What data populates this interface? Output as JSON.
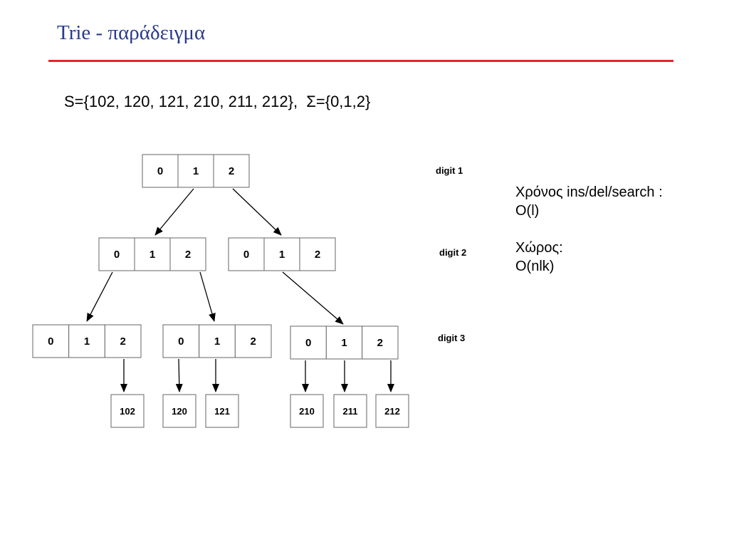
{
  "title": "Trie - παράδειγμα",
  "set_line": "S={102, 120, 121, 210, 211, 212},  Σ={0,1,2}",
  "notes": {
    "time_label": "Χρόνος ins/del/search :",
    "time_value": "O(l)",
    "space_label": "Χώρος:",
    "space_value": "O(nlk)"
  },
  "levels": [
    {
      "label": "digit 1"
    },
    {
      "label": "digit 2"
    },
    {
      "label": "digit 3"
    }
  ],
  "nodes": [
    {
      "id": "root",
      "level": 1,
      "cells": [
        "0",
        "1",
        "2"
      ]
    },
    {
      "id": "n0",
      "level": 2,
      "cells": [
        "0",
        "1",
        "2"
      ]
    },
    {
      "id": "n1",
      "level": 2,
      "cells": [
        "0",
        "1",
        "2"
      ]
    },
    {
      "id": "n00",
      "level": 3,
      "cells": [
        "0",
        "1",
        "2"
      ]
    },
    {
      "id": "n01",
      "level": 3,
      "cells": [
        "0",
        "1",
        "2"
      ]
    },
    {
      "id": "n11",
      "level": 3,
      "cells": [
        "0",
        "1",
        "2"
      ]
    }
  ],
  "leaves": [
    {
      "id": "l102",
      "label": "102"
    },
    {
      "id": "l120",
      "label": "120"
    },
    {
      "id": "l121",
      "label": "121"
    },
    {
      "id": "l210",
      "label": "210"
    },
    {
      "id": "l211",
      "label": "211"
    },
    {
      "id": "l212",
      "label": "212"
    }
  ]
}
